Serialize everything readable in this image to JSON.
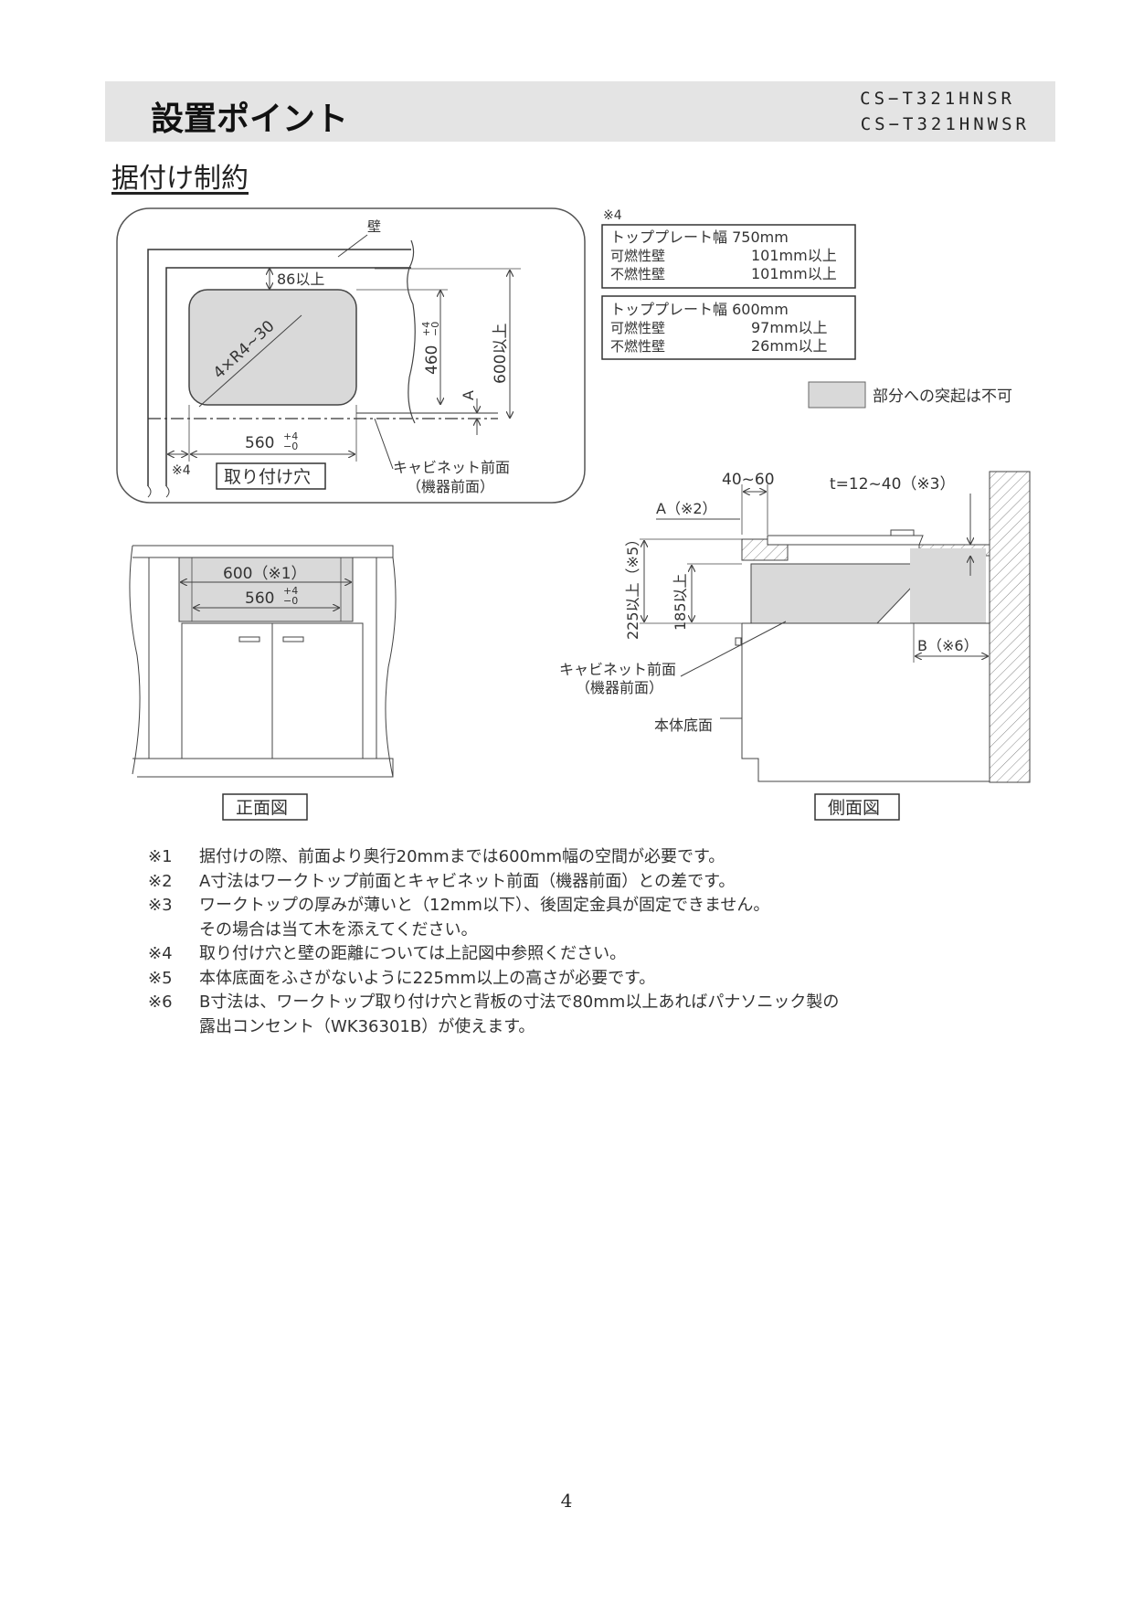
{
  "header": {
    "title": "設置ポイント",
    "model_1": "CS−T321HNSR",
    "model_2": "CS−T321HNWSR"
  },
  "subtitle": "据付け制約",
  "top_diagram": {
    "wall": "壁",
    "dim_86": "86以上",
    "corner": "4×R4~30",
    "dim_460": "460",
    "dim_600": "600以上",
    "dim_a": "A",
    "dim_560": "560",
    "tol_plus": "+4",
    "tol_minus": "−0",
    "note4": "※4",
    "hole_label": "取り付け穴",
    "cabinet_front": "キャビネット前面",
    "device_front": "（機器前面）"
  },
  "spec_boxes": {
    "ref": "※4",
    "box1": {
      "heading": "トッププレート幅 750mm",
      "row1_label": "可燃性壁",
      "row1_value": "101mm以上",
      "row2_label": "不燃性壁",
      "row2_value": "101mm以上"
    },
    "box2": {
      "heading": "トッププレート幅 600mm",
      "row1_label": "可燃性壁",
      "row1_value": "97mm以上",
      "row2_label": "不燃性壁",
      "row2_value": "26mm以上"
    },
    "legend": "部分への突起は不可"
  },
  "front_view": {
    "dim_600": "600（※1）",
    "dim_560": "560",
    "tol_plus": "+4",
    "tol_minus": "−0",
    "label": "正面図"
  },
  "side_view": {
    "dim_40_60": "40~60",
    "dim_t": "t=12~40（※3）",
    "dim_a": "A（※2）",
    "dim_225": "225以上（※5）",
    "dim_185": "185以上",
    "dim_b": "B（※6）",
    "cabinet_front": "キャビネット前面",
    "device_front": "（機器前面）",
    "body_bottom": "本体底面",
    "label": "側面図"
  },
  "notes": [
    {
      "mark": "※1",
      "text": "据付けの際、前面より奥行20mmまでは600mm幅の空間が必要です。"
    },
    {
      "mark": "※2",
      "text": "A寸法はワークトップ前面とキャビネット前面（機器前面）との差です。"
    },
    {
      "mark": "※3",
      "text": "ワークトップの厚みが薄いと（12mm以下）、後固定金具が固定できません。"
    },
    {
      "mark": "",
      "text": "その場合は当て木を添えてください。"
    },
    {
      "mark": "※4",
      "text": "取り付け穴と壁の距離については上記図中参照ください。"
    },
    {
      "mark": "※5",
      "text": "本体底面をふさがないように225mm以上の高さが必要です。"
    },
    {
      "mark": "※6",
      "text": "B寸法は、ワークトップ取り付け穴と背板の寸法で80mm以上あればパナソニック製の"
    },
    {
      "mark": "",
      "text": "露出コンセント（WK36301B）が使えます。"
    }
  ],
  "page_number": "4"
}
